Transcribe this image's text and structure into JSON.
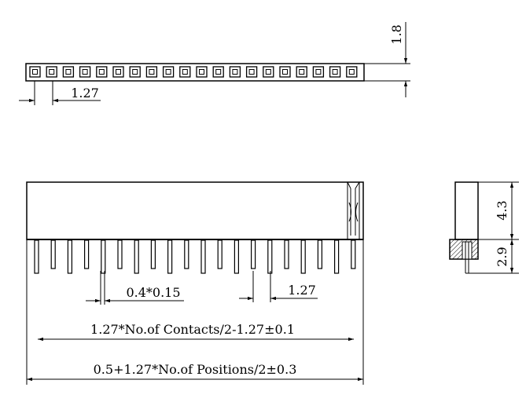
{
  "drawing": {
    "top_view": {
      "pitch_label": "1.27",
      "height_label": "1.8",
      "cell_count": 20
    },
    "front_view": {
      "pin_size_label": "0.4*0.15",
      "pitch_label": "1.27",
      "contacts_formula": "1.27*No.of Contacts/2-1.27±0.1",
      "positions_formula": "0.5+1.27*No.of Positions/2±0.3",
      "pin_count": 20
    },
    "side_view": {
      "body_height_label": "4.3",
      "pin_length_label": "2.9"
    }
  }
}
